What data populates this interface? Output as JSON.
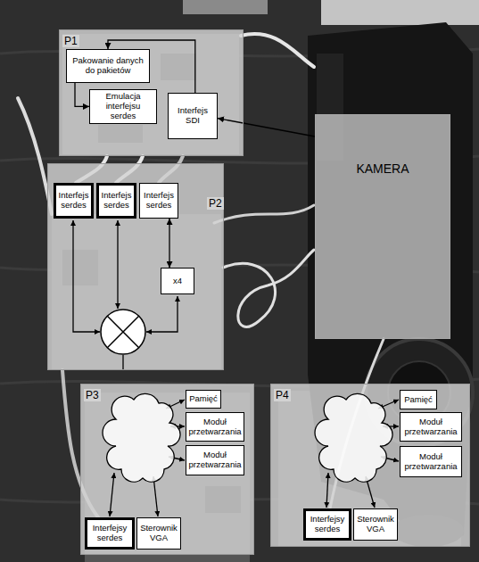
{
  "diagram": {
    "nodes": [
      {
        "text": [
          "P1"
        ]
      },
      {
        "text": [
          "Pakowanie danych do pakietów"
        ],
        "in": 0
      },
      {
        "text": [
          "Emulacja interfejsu serdes"
        ],
        "in": 0
      },
      {
        "text": [
          "Interfejs SDI"
        ],
        "in": 0
      },
      {
        "text": [
          "KAMERA"
        ]
      },
      {
        "text": [
          "P2"
        ]
      },
      {
        "text": [
          "Interfejs serdes"
        ],
        "in": 5
      },
      {
        "text": [
          "Interfejs serdes"
        ],
        "in": 5
      },
      {
        "text": [
          "Interfejs serdes"
        ],
        "in": 5
      },
      {
        "text": [
          "x4"
        ],
        "in": 5
      },
      {
        "text": [
          "P3"
        ]
      },
      {
        "text": [
          "Pamięć"
        ],
        "in": 10
      },
      {
        "text": [
          "Moduł przetwarzania"
        ],
        "in": 10
      },
      {
        "text": [
          "Moduł przetwarzania"
        ],
        "in": 10
      },
      {
        "text": [
          "Interfejsy serdes"
        ],
        "in": 10
      },
      {
        "text": [
          "Sterownik VGA"
        ],
        "in": 10
      },
      {
        "text": [
          "P4"
        ]
      },
      {
        "text": [
          "Pamięć"
        ],
        "in": 16
      },
      {
        "text": [
          "Moduł przetwarzania"
        ],
        "in": 16
      },
      {
        "text": [
          "Moduł przetwarzania"
        ],
        "in": 16
      },
      {
        "text": [
          "Interfejsy serdes"
        ],
        "in": 16
      },
      {
        "text": [
          "Sterownik VGA"
        ],
        "in": 16
      }
    ],
    "edges": [
      {
        "from": 3,
        "to": 1,
        "arrow": "to"
      },
      {
        "from": 1,
        "to": 2,
        "arrow": "to"
      },
      {
        "from": 4,
        "to": 3,
        "arrow": "to"
      },
      {
        "from": 8,
        "to": 9,
        "arrow": "both"
      }
    ]
  }
}
